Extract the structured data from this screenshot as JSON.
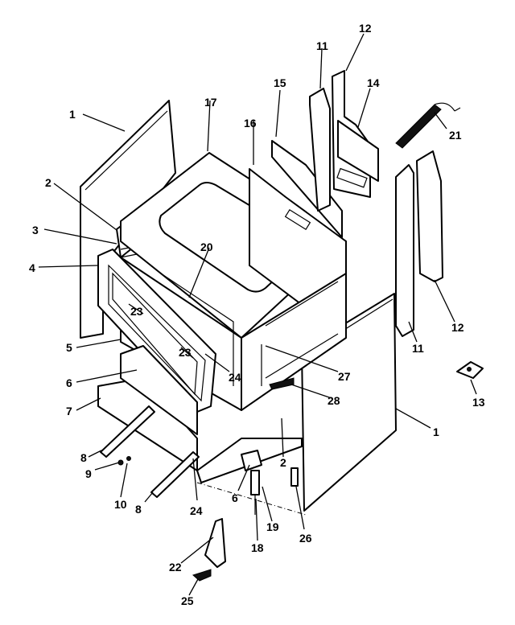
{
  "callouts": [
    "1",
    "1",
    "2",
    "2",
    "3",
    "4",
    "5",
    "6",
    "6",
    "7",
    "8",
    "8",
    "9",
    "10",
    "11",
    "11",
    "12",
    "12",
    "13",
    "14",
    "15",
    "16",
    "17",
    "18",
    "19",
    "20",
    "21",
    "22",
    "23",
    "23",
    "24",
    "24",
    "25",
    "26",
    "27",
    "28"
  ]
}
